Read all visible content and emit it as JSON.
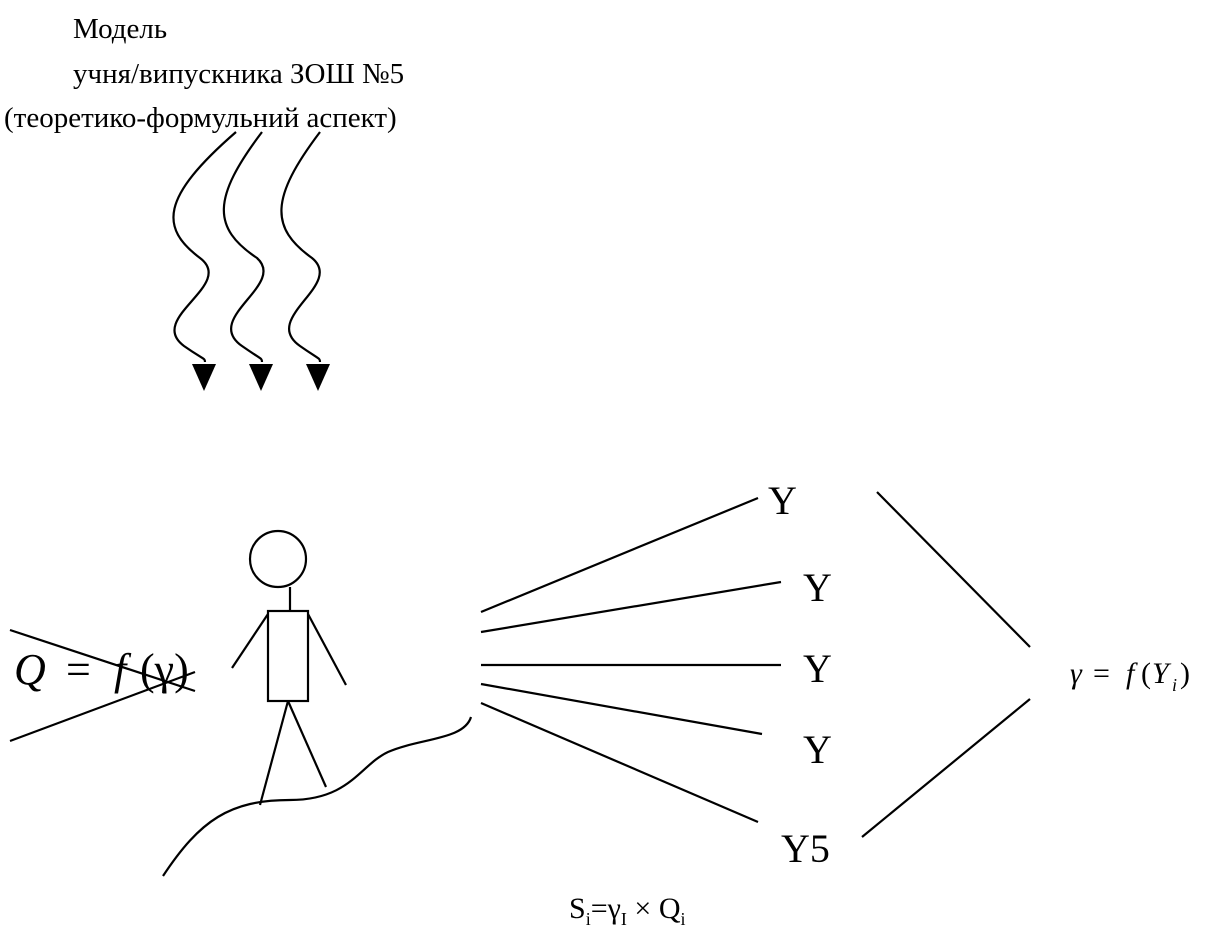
{
  "title": {
    "line1": "Модель",
    "line2": "учня/випускника ЗОШ №5",
    "line3": "(теоретико-формульний аспект)"
  },
  "formula_q": {
    "lhs": "Q",
    "eq": "=",
    "f": "f",
    "arg": "(γ)"
  },
  "outputs": {
    "y1": "Y",
    "y2": "Y",
    "y3": "Y",
    "y4": "Y",
    "y5": "Y5"
  },
  "formula_gamma": {
    "lhs": "γ",
    "eq": "=",
    "f": "f",
    "open": "(",
    "var": "Y",
    "sub": "i",
    "close": ")"
  },
  "formula_s": {
    "s": "S",
    "s_sub": "i",
    "eq": "=",
    "g": "γ",
    "g_sub": "I",
    "times": " × ",
    "q": "Q",
    "q_sub": "i"
  }
}
